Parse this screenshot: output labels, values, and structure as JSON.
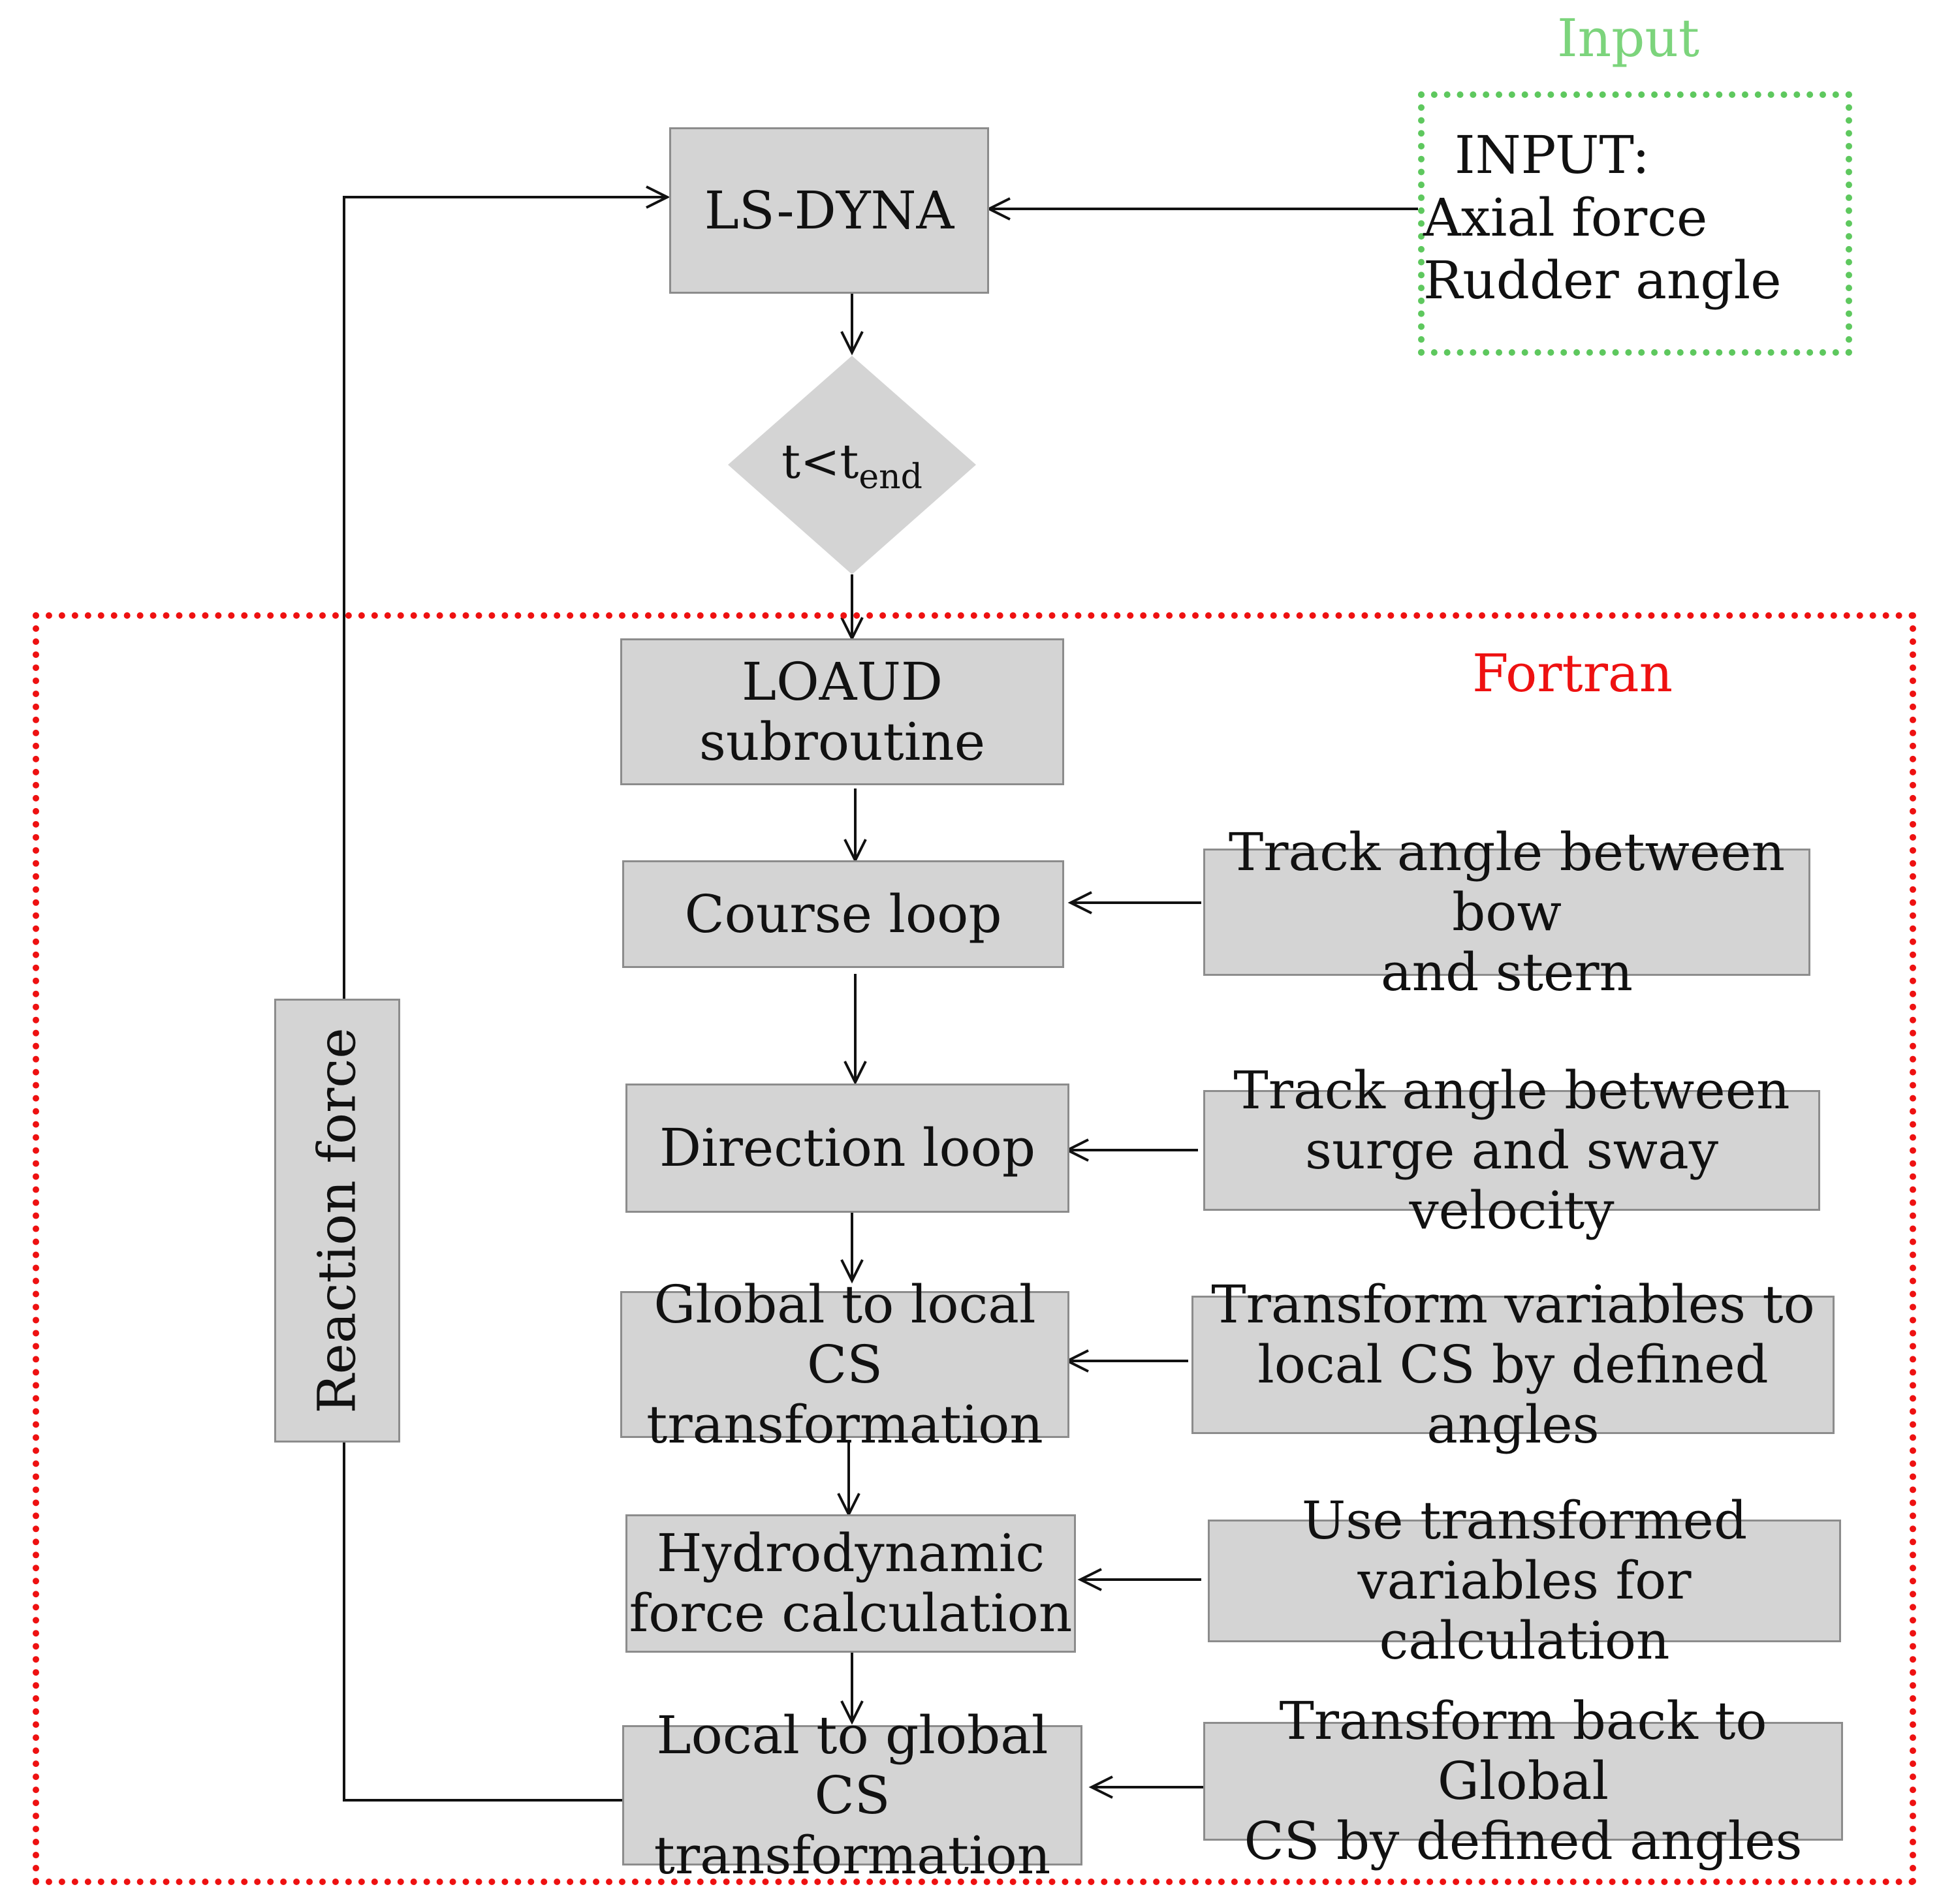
{
  "colors": {
    "box_fill": "#d4d4d4",
    "box_border": "#8c8c8c",
    "input_frame": "#5ec85e",
    "fortran_frame": "#ee1111",
    "arrow": "#111111"
  },
  "titles": {
    "input": "Input",
    "fortran": "Fortran"
  },
  "input_box": {
    "heading": "INPUT:",
    "items": [
      "Axial force",
      "Rudder angle"
    ]
  },
  "nodes": {
    "lsdyna": "LS-DYNA",
    "condition": {
      "base": "t<t",
      "subscript": "end"
    },
    "loaud": [
      "LOAUD",
      "subroutine"
    ],
    "course": [
      "Course loop"
    ],
    "direction": [
      "Direction loop"
    ],
    "global_local": [
      "Global to local CS",
      "transformation"
    ],
    "hydro": [
      "Hydrodynamic",
      "force calculation"
    ],
    "local_global": [
      "Local to global CS",
      "transformation"
    ],
    "reaction": "Reaction force"
  },
  "side_notes": {
    "course": [
      "Track angle between bow",
      "and stern"
    ],
    "direction": [
      "Track angle between",
      "surge and sway velocity"
    ],
    "global_local": [
      "Transform variables to",
      "local CS by defined angles"
    ],
    "hydro": [
      "Use transformed",
      "variables for calculation"
    ],
    "local_global": [
      "Transform back to Global",
      "CS  by defined angles"
    ]
  }
}
